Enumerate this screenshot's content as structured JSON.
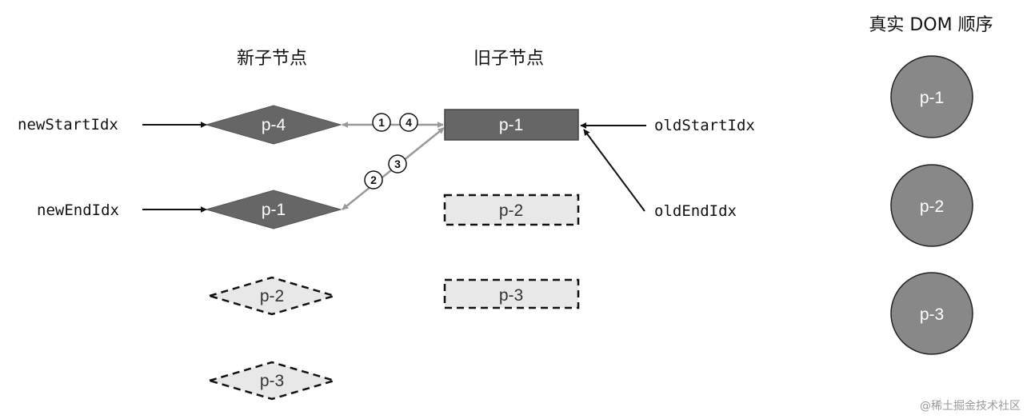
{
  "headers": {
    "new_children": "新子节点",
    "old_children": "旧子节点",
    "dom_order": "真实 DOM 顺序"
  },
  "pointers": {
    "new_start": "newStartIdx",
    "new_end": "newEndIdx",
    "old_start": "oldStartIdx",
    "old_end": "oldEndIdx"
  },
  "new_nodes": [
    {
      "label": "p-4",
      "state": "active"
    },
    {
      "label": "p-1",
      "state": "active"
    },
    {
      "label": "p-2",
      "state": "pending"
    },
    {
      "label": "p-3",
      "state": "pending"
    }
  ],
  "old_nodes": [
    {
      "label": "p-1",
      "state": "active"
    },
    {
      "label": "p-2",
      "state": "pending"
    },
    {
      "label": "p-3",
      "state": "pending"
    }
  ],
  "dom_nodes": [
    {
      "label": "p-1"
    },
    {
      "label": "p-2"
    },
    {
      "label": "p-3"
    }
  ],
  "comparisons": [
    {
      "step": "1"
    },
    {
      "step": "4"
    },
    {
      "step": "2"
    },
    {
      "step": "3"
    }
  ],
  "watermark": "@稀土掘金技术社区",
  "colors": {
    "active_fill": "#666666",
    "pending_fill": "#e8e8e8",
    "dom_fill": "#888888",
    "compare_arrow": "#999999"
  }
}
